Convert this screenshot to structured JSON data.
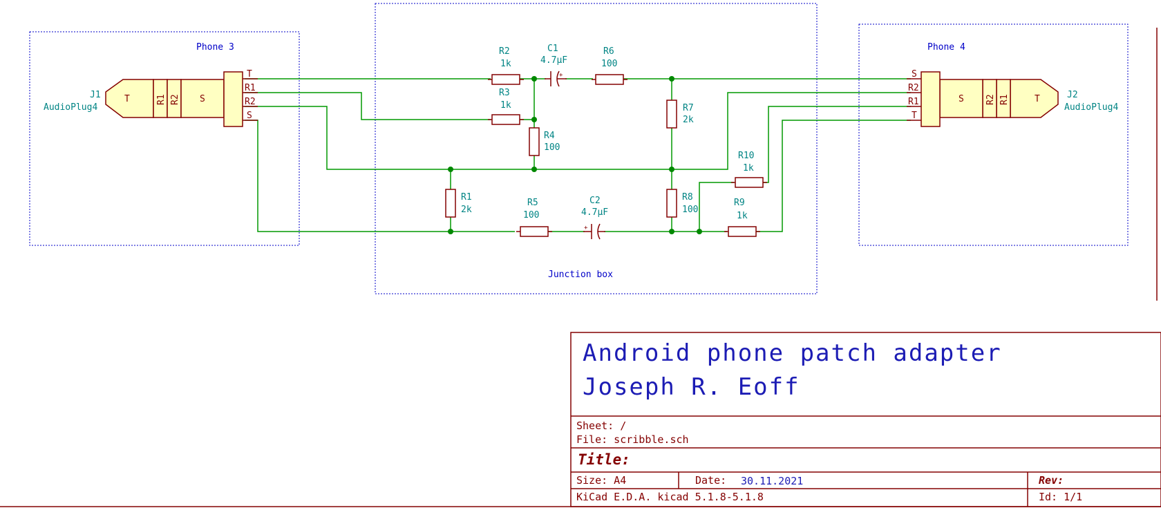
{
  "sheet_labels": {
    "phone3": "Phone 3",
    "phone4": "Phone 4",
    "junction": "Junction box"
  },
  "j1": {
    "ref": "J1",
    "value": "AudioPlug4",
    "body_labels": {
      "t": "T",
      "r1": "R1",
      "r2": "R2",
      "s": "S"
    },
    "pins": {
      "t": "T",
      "r1": "R1",
      "r2": "R2",
      "s": "S"
    }
  },
  "j2": {
    "ref": "J2",
    "value": "AudioPlug4",
    "body_labels": {
      "t": "T",
      "r1": "R1",
      "r2": "R2",
      "s": "S"
    },
    "pins": {
      "s": "S",
      "r2": "R2",
      "r1": "R1",
      "t": "T"
    }
  },
  "components": {
    "r1": {
      "ref": "R1",
      "value": "2k"
    },
    "r2": {
      "ref": "R2",
      "value": "1k"
    },
    "r3": {
      "ref": "R3",
      "value": "1k"
    },
    "r4": {
      "ref": "R4",
      "value": "100"
    },
    "r5": {
      "ref": "R5",
      "value": "100"
    },
    "r6": {
      "ref": "R6",
      "value": "100"
    },
    "r7": {
      "ref": "R7",
      "value": "2k"
    },
    "r8": {
      "ref": "R8",
      "value": "100"
    },
    "r9": {
      "ref": "R9",
      "value": "1k"
    },
    "r10": {
      "ref": "R10",
      "value": "1k"
    },
    "c1": {
      "ref": "C1",
      "value": "4.7µF"
    },
    "c2": {
      "ref": "C2",
      "value": "4.7µF"
    }
  },
  "title_block": {
    "comment1": "Android phone patch adapter",
    "comment2": "Joseph R. Eoff",
    "sheet": "Sheet: /",
    "file": "File: scribble.sch",
    "title_label": "Title:",
    "size": "Size: A4",
    "date_label": "Date:",
    "date_value": "30.11.2021",
    "rev_label": "Rev:",
    "kicad": "KiCad E.D.A.  kicad 5.1.8-5.1.8",
    "id": "Id: 1/1"
  },
  "colors": {
    "wire": "#009900",
    "junction": "#008800",
    "symbol_outline": "#840000",
    "symbol_fill": "#ffffc2",
    "ref_text": "#008484",
    "sheet_frame": "#0000c8",
    "title_text": "#1c1cb4",
    "title_frame": "#840000"
  }
}
